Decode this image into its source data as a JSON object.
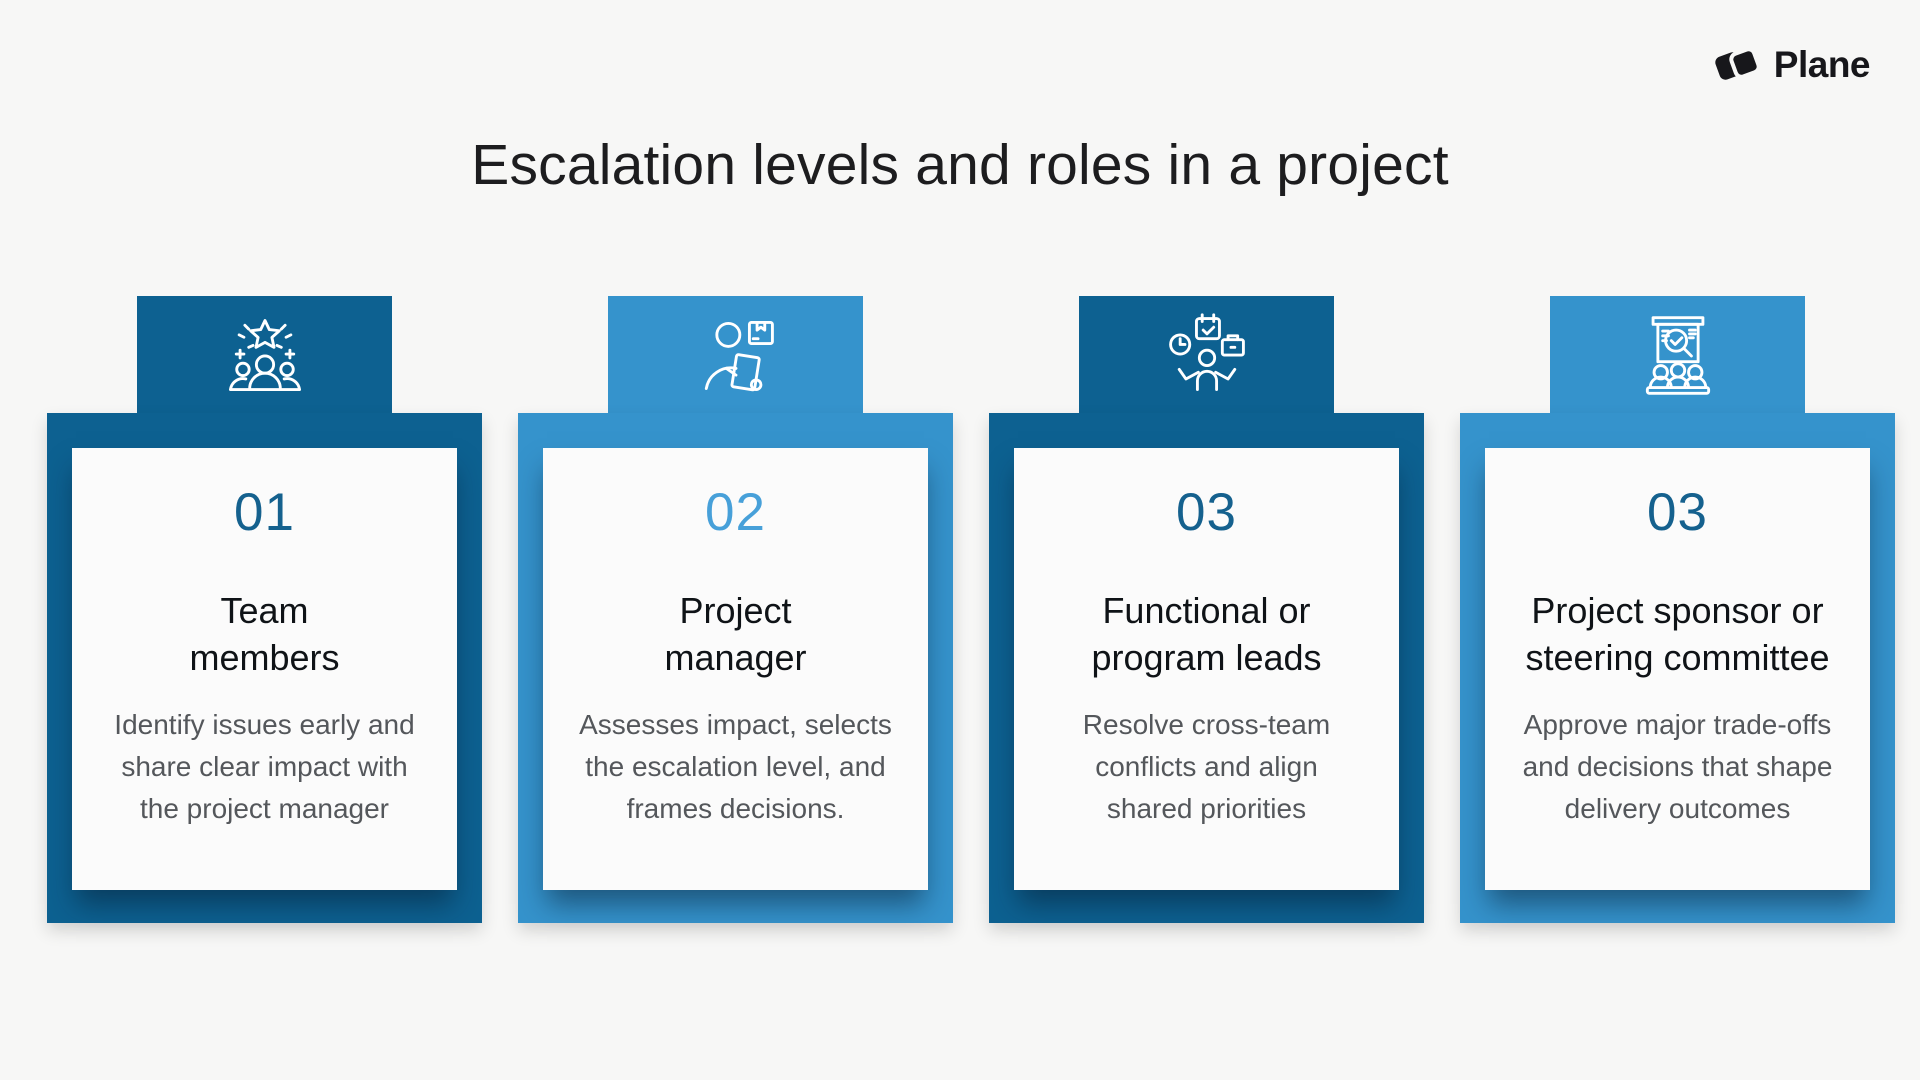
{
  "logo": {
    "text": "Plane",
    "mark_icon": "plane-logo-icon",
    "color": "#17171b"
  },
  "title": "Escalation levels and roles in a project",
  "colors": {
    "background": "#f7f7f6",
    "dark_blue": "#0d6191",
    "light_blue": "#3593cc",
    "panel": "#fbfbfb",
    "number_dark": "#15618e",
    "number_light": "#47a0d9",
    "heading_text": "#1d1d1f",
    "card_title_text": "#0f1317",
    "body_text": "#54575b",
    "icon_stroke": "#ffffff"
  },
  "cards": [
    {
      "number": "01",
      "variant": "dark",
      "icon": "team-members-icon",
      "title": "Team\nmembers",
      "description": "Identify issues early and\nshare clear impact with\nthe project manager"
    },
    {
      "number": "02",
      "variant": "light",
      "icon": "project-manager-icon",
      "title": "Project\nmanager",
      "description": "Assesses impact, selects\nthe escalation level, and\nframes decisions."
    },
    {
      "number": "03",
      "variant": "dark",
      "icon": "functional-program-leads-icon",
      "title": "Functional or\nprogram leads",
      "description": "Resolve cross-team\nconflicts and align\nshared priorities"
    },
    {
      "number": "03",
      "variant": "light",
      "icon": "steering-committee-icon",
      "title": "Project sponsor or\nsteering committee",
      "description": "Approve major trade-offs\nand decisions that shape\ndelivery outcomes"
    }
  ]
}
